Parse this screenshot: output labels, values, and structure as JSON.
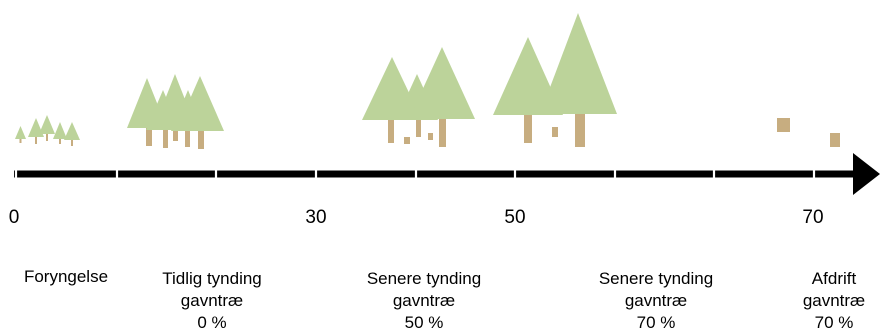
{
  "axis": {
    "ticks": [
      "0",
      "30",
      "50",
      "70"
    ]
  },
  "phases": [
    {
      "title": "Foryngelse",
      "line2": "",
      "line3": ""
    },
    {
      "title": "Tidlig tynding",
      "line2": "gavntræ",
      "line3": "0 %"
    },
    {
      "title": "Senere tynding",
      "line2": "gavntræ",
      "line3": "50 %"
    },
    {
      "title": "Senere tynding",
      "line2": "gavntræ",
      "line3": "70 %"
    },
    {
      "title": "Afdrift",
      "line2": "gavntræ",
      "line3": "70 %"
    }
  ],
  "colors": {
    "crown": "#bcd39a",
    "trunk": "#c7ad80",
    "axis": "#000000"
  }
}
